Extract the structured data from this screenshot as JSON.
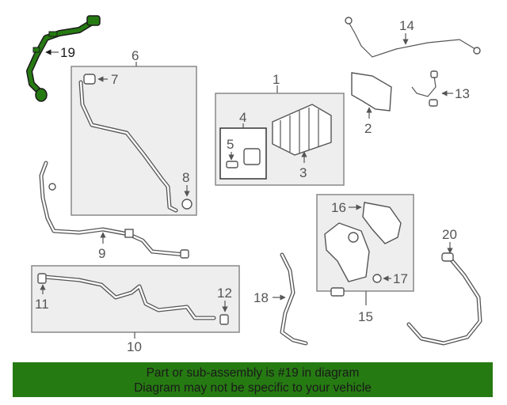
{
  "diagram": {
    "callouts": [
      "1",
      "2",
      "3",
      "4",
      "5",
      "6",
      "7",
      "8",
      "9",
      "10",
      "11",
      "12",
      "13",
      "14",
      "15",
      "16",
      "17",
      "18",
      "19",
      "20"
    ],
    "highlight_color": "#267a12",
    "banner_color": "#267a12"
  },
  "footer": {
    "line1": "Part or sub-assembly is #19 in diagram",
    "line2": "Diagram may not be specific to your vehicle"
  }
}
